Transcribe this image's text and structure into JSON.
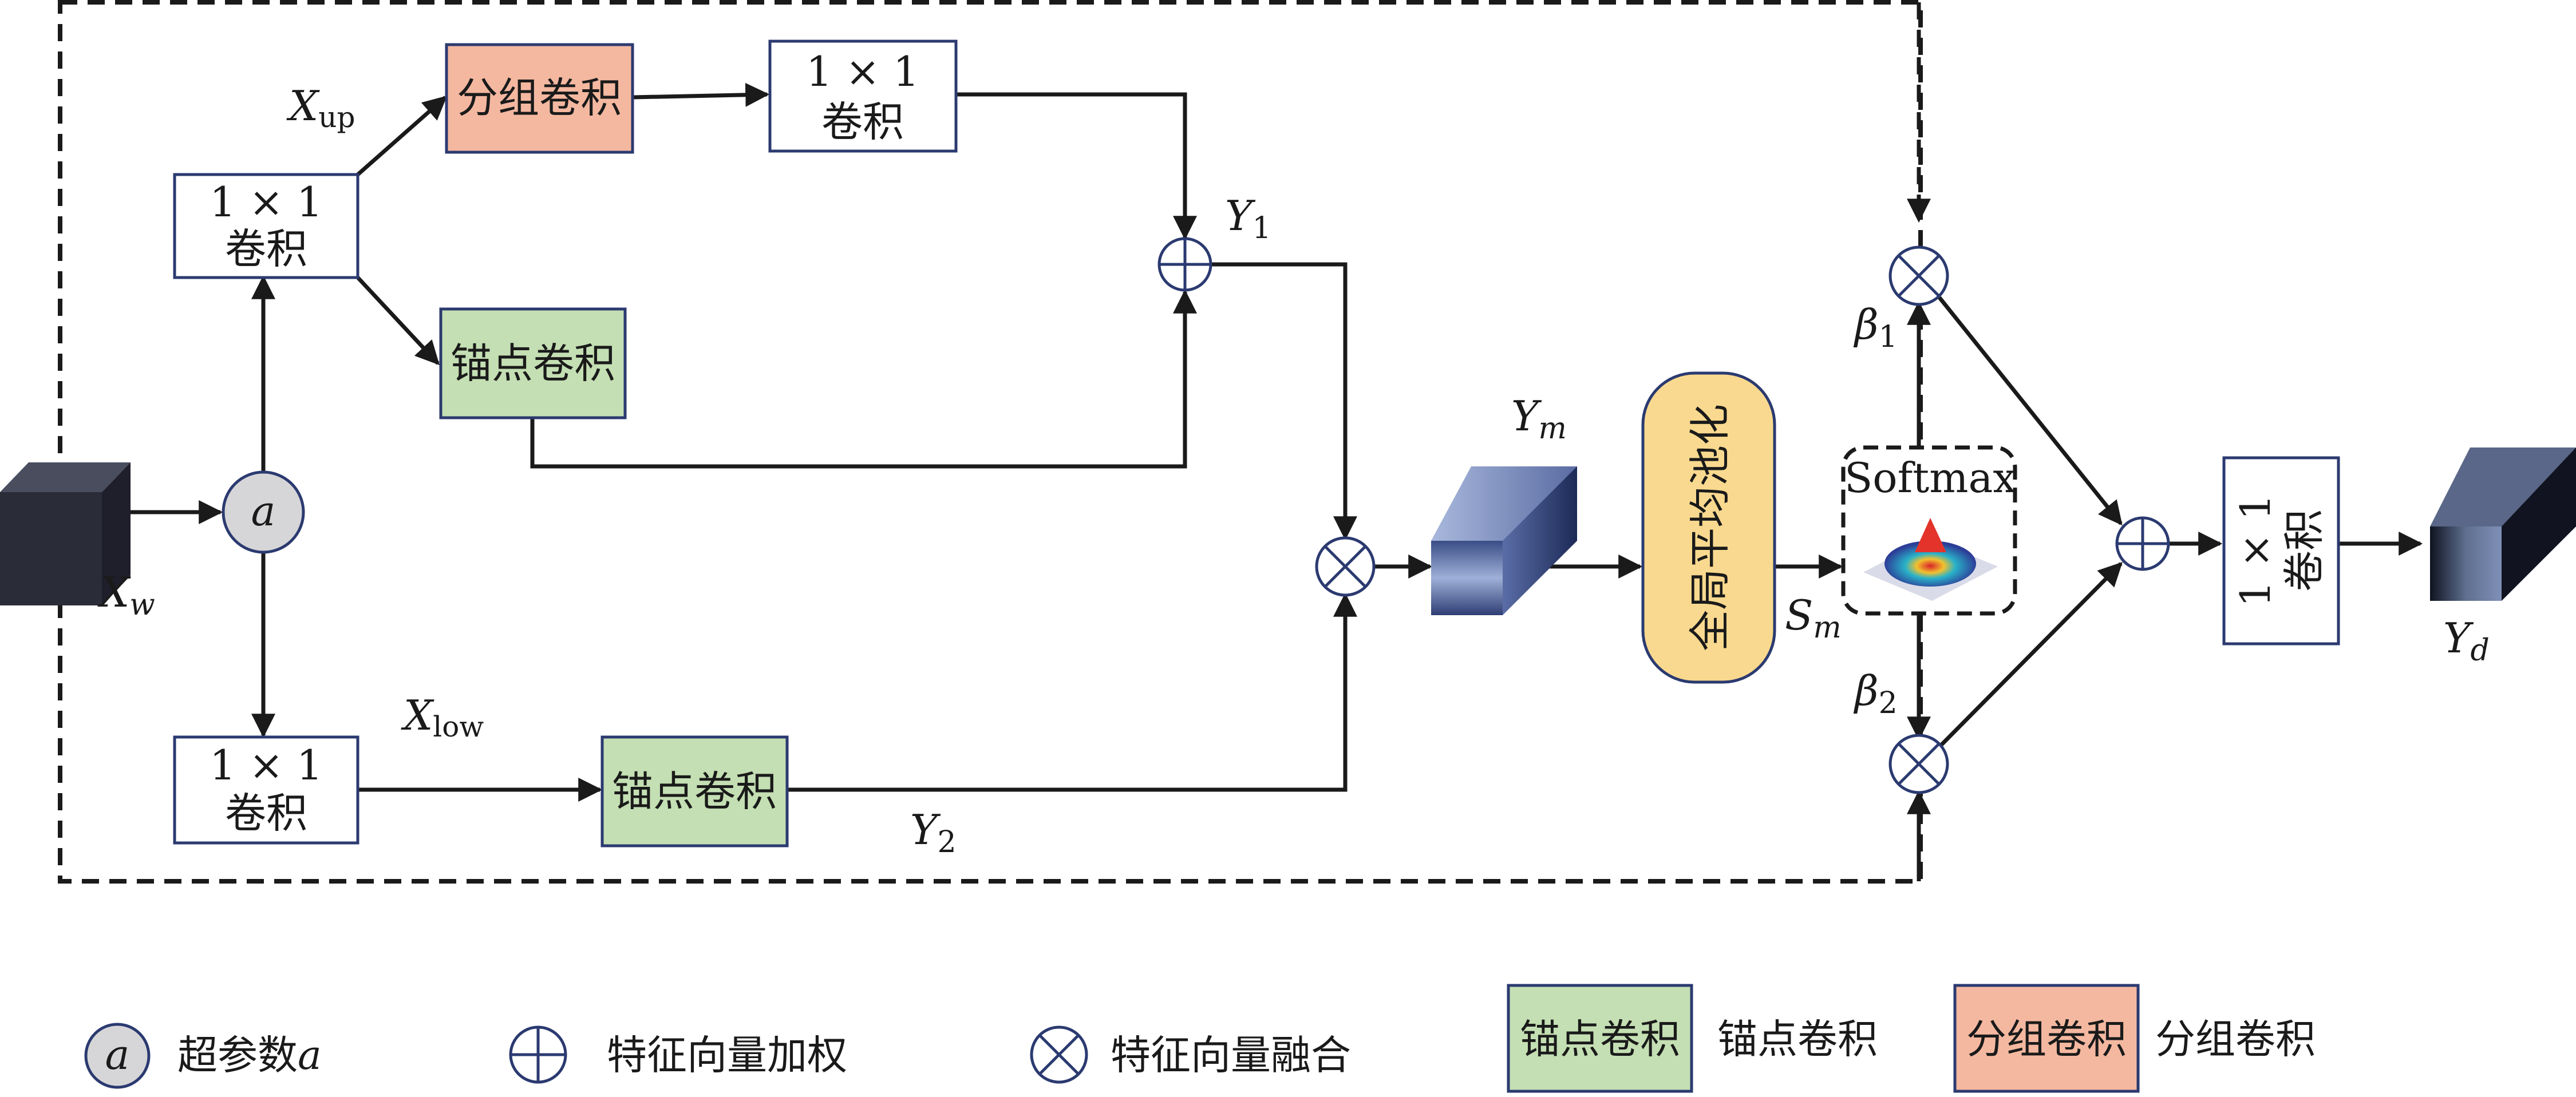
{
  "blocks": {
    "conv1x1_top_l1": "1 × 1",
    "conv1x1_top_l2": "卷积",
    "group_conv": "分组卷积",
    "conv1x1_upper_l1": "1 × 1",
    "conv1x1_upper_l2": "卷积",
    "anchor_conv_upper": "锚点卷积",
    "conv1x1_bottom_l1": "1 × 1",
    "conv1x1_bottom_l2": "卷积",
    "anchor_conv_lower": "锚点卷积",
    "gap": "全局平均池化",
    "softmax": "Softmax",
    "conv1x1_out_l1": "1 × 1",
    "conv1x1_out_l2": "卷积"
  },
  "labels": {
    "x_up": {
      "base": "X",
      "sub": "up"
    },
    "x_low": {
      "base": "X",
      "sub": "low"
    },
    "x_w": {
      "base": "X",
      "sub": "w"
    },
    "y1": {
      "base": "Y",
      "sub": "1"
    },
    "y2": {
      "base": "Y",
      "sub": "2"
    },
    "y_m": {
      "base": "Y",
      "sub": "m"
    },
    "s_m": {
      "base": "S",
      "sub": "m"
    },
    "beta1": {
      "base": "β",
      "sub": "1"
    },
    "beta2": {
      "base": "β",
      "sub": "2"
    },
    "y_d": {
      "base": "Y",
      "sub": "d"
    },
    "alpha": "a"
  },
  "legend": {
    "hyper_symbol": "a",
    "hyper_text": "超参数",
    "hyper_var": "a",
    "add_text": "特征向量加权",
    "mul_text": "特征向量融合",
    "anchor_box": "锚点卷积",
    "anchor_text": "锚点卷积",
    "group_box": "分组卷积",
    "group_text": "分组卷积"
  },
  "colors": {
    "group_fill": "#f4b8a0",
    "anchor_fill": "#c4dfb3",
    "gap_fill": "#f9d98f",
    "node_fill": "#d6d6d8",
    "line": "#1a1a1a",
    "box_stroke": "#2b3a70"
  }
}
